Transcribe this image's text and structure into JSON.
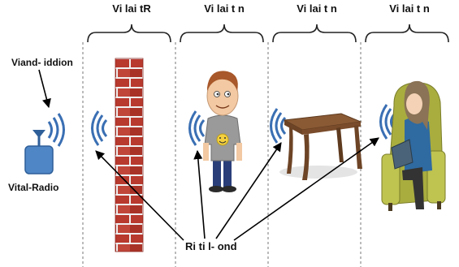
{
  "columns": [
    {
      "title": "Vi lai tR"
    },
    {
      "title": "Vi lai t n"
    },
    {
      "title": "Vi lai t n"
    },
    {
      "title": "Vi lai t n"
    }
  ],
  "radio": {
    "top_label": "Viand- iddion",
    "bottom_label": "Vital-Radio"
  },
  "bottom_label": "Ri ti l- ond",
  "objects": [
    "brick-wall",
    "person-standing",
    "wooden-table",
    "person-reading-in-armchair"
  ],
  "colors": {
    "wave": "#3a6fb3",
    "device": "#4f86c6",
    "brick": "#b8392e",
    "mortar": "#f2f2f2",
    "divider": "#666666"
  }
}
